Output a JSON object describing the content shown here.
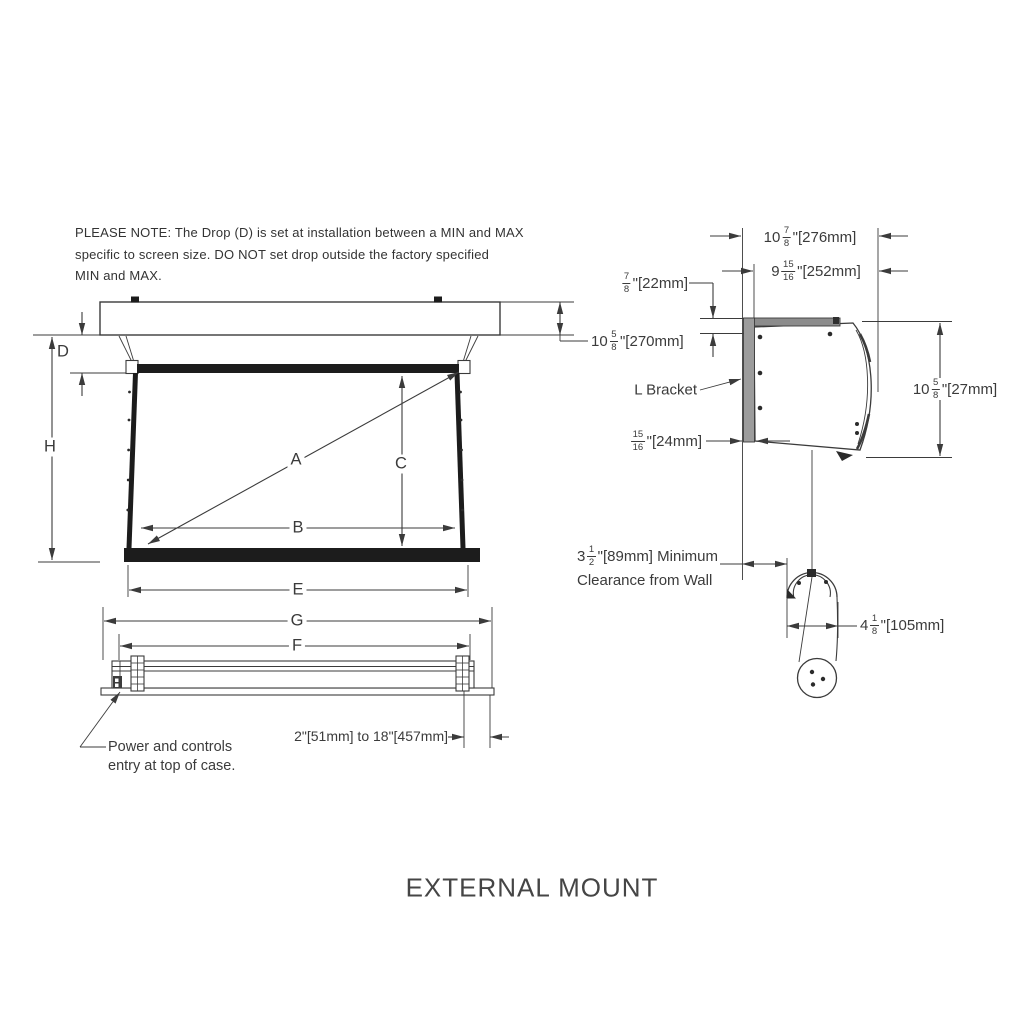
{
  "title": "EXTERNAL MOUNT",
  "note": {
    "lines": [
      "PLEASE NOTE: The Drop (D) is set at installation between a MIN and MAX",
      "specific to screen size. DO NOT set drop outside the factory specified",
      "MIN and MAX."
    ]
  },
  "front_view": {
    "labels": {
      "drop": "D",
      "height": "H",
      "diagonal": "A",
      "width": "B",
      "viewable_height": "C",
      "case_width": "E"
    }
  },
  "bottom_view": {
    "labels": {
      "overall_width": "G",
      "inner_width": "F"
    },
    "range_label": "2\"[51mm] to 18\"[457mm]",
    "power_note_line1": "Power and controls",
    "power_note_line2": "entry at top of case."
  },
  "side_view": {
    "l_bracket_label": "L Bracket",
    "clearance_line2": "Clearance from Wall"
  },
  "dims": {
    "d276": {
      "whole": "10",
      "num": "7",
      "den": "8",
      "suffix": "\"[276mm]"
    },
    "d252": {
      "whole": "9",
      "num": "15",
      "den": "16",
      "suffix": "\"[252mm]"
    },
    "d22": {
      "whole": "",
      "num": "7",
      "den": "8",
      "suffix": "\"[22mm]"
    },
    "d270": {
      "whole": "10",
      "num": "5",
      "den": "8",
      "suffix": "\"[270mm]"
    },
    "d24": {
      "whole": "",
      "num": "15",
      "den": "16",
      "suffix": "\"[24mm]"
    },
    "d27": {
      "whole": "10",
      "num": "5",
      "den": "8",
      "suffix": "\"[27mm]"
    },
    "d89": {
      "whole": "3",
      "num": "1",
      "den": "2",
      "suffix": "\"[89mm] Minimum"
    },
    "d105": {
      "whole": "4",
      "num": "1",
      "den": "8",
      "suffix": "\"[105mm]"
    }
  }
}
